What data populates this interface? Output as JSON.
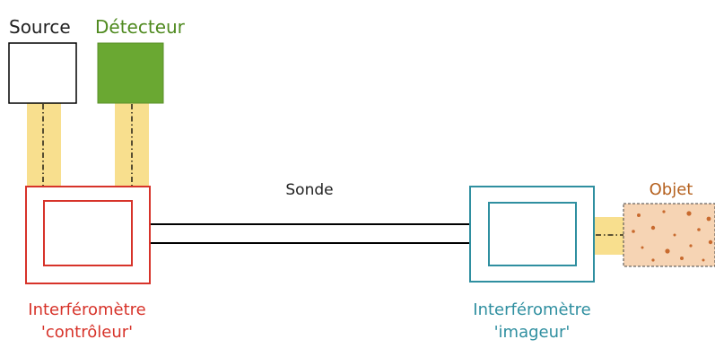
{
  "labels": {
    "source": "Source",
    "detecteur": "Détecteur",
    "sonde": "Sonde",
    "objet": "Objet",
    "controleur_line1": "Interféromètre",
    "controleur_line2": "'contrôleur'",
    "imageur_line1": "Interféromètre",
    "imageur_line2": "'imageur'"
  },
  "colors": {
    "beam": "#f8df8e",
    "detector_fill": "#6aa832",
    "detector_text": "#4f8a1f",
    "controleur": "#d7332a",
    "imageur": "#2f8fa0",
    "objet_fill": "#f6d4b4",
    "objet_dot": "#c86a2e",
    "objet_text": "#b5611f",
    "text": "#222222",
    "line": "#000000"
  }
}
